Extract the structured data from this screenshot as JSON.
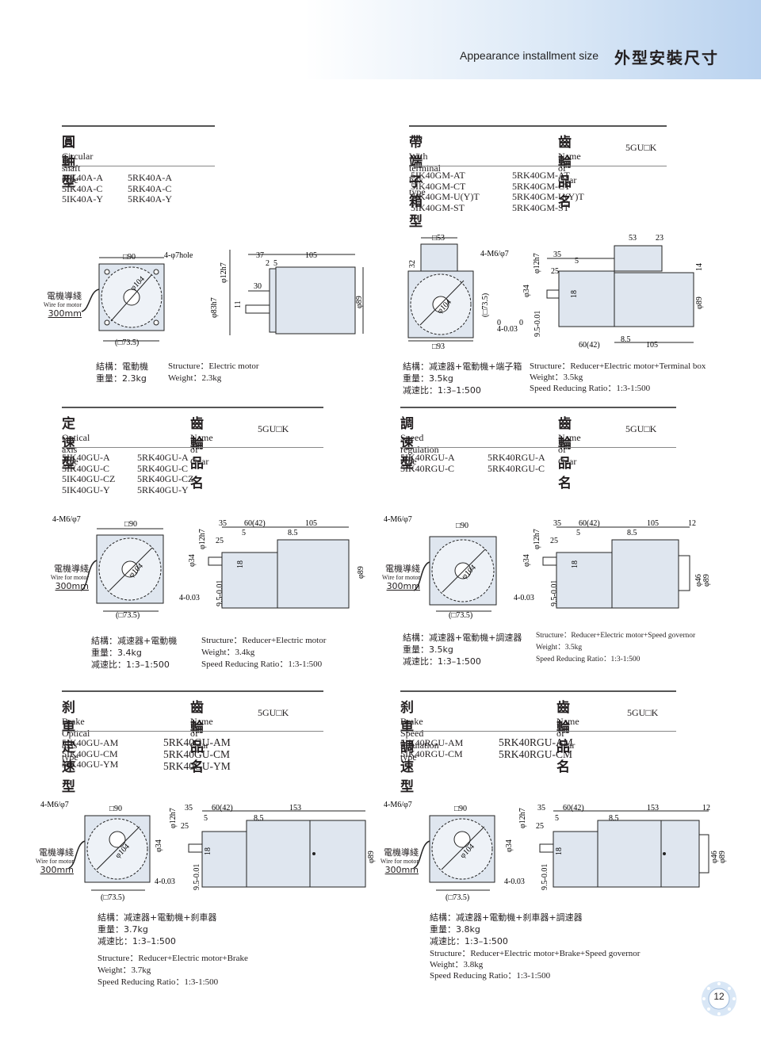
{
  "header": {
    "title_en": "Appearance installment size",
    "title_cn": "外型安裝尺寸"
  },
  "common": {
    "gear_cn": "齒輪品名",
    "gear_en": "Name of Gear",
    "gear_code": "5GU□K",
    "wire_cn": "電機導綫",
    "wire_en": "Wire for motor",
    "wire_len": "300mm"
  },
  "s1": {
    "cn": "圓軸型",
    "en": "Circular shaft type",
    "models": [
      "5IK40A-A",
      "5IK40A-C",
      "5IK40A-Y"
    ],
    "models2": [
      "5RK40A-A",
      "5RK40A-C",
      "5RK40A-Y"
    ],
    "spec_cn": [
      "結構：電動機",
      "重量：2.3kg"
    ],
    "spec_en": [
      "Structure：Electric motor",
      "Weight：2.3kg"
    ],
    "dims": [
      "□90",
      "4-φ7hole",
      "φ104",
      "(□73.5)",
      "φ12h7",
      "37",
      "2",
      "5",
      "105",
      "30",
      "φ83h7",
      "11",
      "φ89"
    ]
  },
  "s2": {
    "cn": "帶端子箱型",
    "en": "With terminal box type",
    "models": [
      "5IK40GM-AT",
      "5IK40GM-CT",
      "5IK40GM-U(Y)T",
      "5IK40GM-ST"
    ],
    "models2": [
      "5RK40GM-AT",
      "5RK40GM-CT",
      "5RK40GM-U(Y)T",
      "5RK40GM-ST"
    ],
    "spec_cn": [
      "結構：减速器+電動機+端子箱",
      "重量：3.5kg",
      "减速比：1:3–1:500"
    ],
    "spec_en": [
      "Structure：Reducer+Electric motor+Terminal box",
      "Weight：3.5kg",
      "Speed Reducing Ratio：1:3-1:500"
    ],
    "dims": [
      "□53",
      "32",
      "4-M6/φ7",
      "φ104",
      "(□73.5)",
      "□93",
      "φ12h7",
      "35",
      "5",
      "25",
      "φ34",
      "18",
      "0",
      "4-0.03",
      "0",
      "9.5-0.01",
      "60(42)",
      "8.5",
      "105",
      "53",
      "23",
      "14",
      "φ89"
    ]
  },
  "s3": {
    "cn": "定速型",
    "en": "Optical axis type",
    "models": [
      "5IK40GU-A",
      "5IK40GU-C",
      "5IK40GU-CZ",
      "5IK40GU-Y"
    ],
    "models2": [
      "5RK40GU-A",
      "5RK40GU-C",
      "5RK40GU-CZ",
      "5RK40GU-Y"
    ],
    "spec_cn": [
      "結構：减速器+電動機",
      "重量：3.4kg",
      "减速比：1:3–1:500"
    ],
    "spec_en": [
      "Structure：Reducer+Electric motor",
      "Weight：3.4kg",
      "Speed Reducing Ratio：1:3-1:500"
    ],
    "dims": [
      "4-M6/φ7",
      "□90",
      "φ104",
      "(□73.5)",
      "φ12h7",
      "35",
      "60(42)",
      "105",
      "5",
      "8.5",
      "25",
      "φ34",
      "18",
      "4-0.03",
      "9.5-0.01",
      "φ89"
    ]
  },
  "s4": {
    "cn": "調速型",
    "en": "Speed regulation type",
    "models": [
      "5IK40RGU-A",
      "5IK40RGU-C"
    ],
    "models2": [
      "5RK40RGU-A",
      "5RK40RGU-C"
    ],
    "spec_cn": [
      "結構：减速器+電動機+調速器",
      "重量：3.5kg",
      "减速比：1:3–1:500"
    ],
    "spec_en": [
      "Structure：Reducer+Electric motor+Speed governor",
      "Weight：3.5kg",
      "Speed Reducing Ratio：1:3-1:500"
    ],
    "dims": [
      "4-M6/φ7",
      "□90",
      "φ104",
      "(□73.5)",
      "φ12h7",
      "35",
      "60(42)",
      "105",
      "12",
      "5",
      "8.5",
      "25",
      "φ34",
      "18",
      "4-0.03",
      "9.5-0.01",
      "φ46",
      "φ89"
    ]
  },
  "s5": {
    "cn": "刹車定速型",
    "en": "Brake Optical axis type",
    "models": [
      "5IK40GU-AM",
      "5IK40GU-CM",
      "5IK40GU-YM"
    ],
    "models2": [
      "5RK40GU-AM",
      "5RK40GU-CM",
      "5RK40GU-YM"
    ],
    "spec_cn": [
      "結構：减速器+電動機+刹車器",
      "重量：3.7kg",
      "减速比：1:3–1:500"
    ],
    "spec_en": [
      "Structure：Reducer+Electric motor+Brake",
      "Weight：3.7kg",
      "Speed Reducing Ratio：1:3-1:500"
    ],
    "dims": [
      "4-M6/φ7",
      "□90",
      "φ104",
      "(□73.5)",
      "φ12h7",
      "35",
      "60(42)",
      "153",
      "5",
      "8.5",
      "25",
      "φ34",
      "18",
      "4-0.03",
      "9.5-0.01",
      "φ89"
    ]
  },
  "s6": {
    "cn": "刹車調速型",
    "en": "Brake Speed regulation type",
    "models": [
      "5IK40RGU-AM",
      "5IK40RGU-CM"
    ],
    "models2": [
      "5RK40RGU-AM",
      "5RK40RGU-CM"
    ],
    "spec_cn": [
      "結構：减速器+電動機+刹車器+調速器",
      "重量：3.8kg",
      "减速比：1:3–1:500"
    ],
    "spec_en": [
      "Structure：Reducer+Electric motor+Brake+Speed governor",
      "Weight：3.8kg",
      "Speed Reducing Ratio：1:3-1:500"
    ],
    "dims": [
      "4-M6/φ7",
      "□90",
      "φ104",
      "(□73.5)",
      "φ12h7",
      "35",
      "60(42)",
      "153",
      "12",
      "5",
      "8.5",
      "25",
      "φ34",
      "18",
      "4-0.03",
      "9.5-0.01",
      "φ46",
      "φ89"
    ]
  },
  "page_number": "12"
}
